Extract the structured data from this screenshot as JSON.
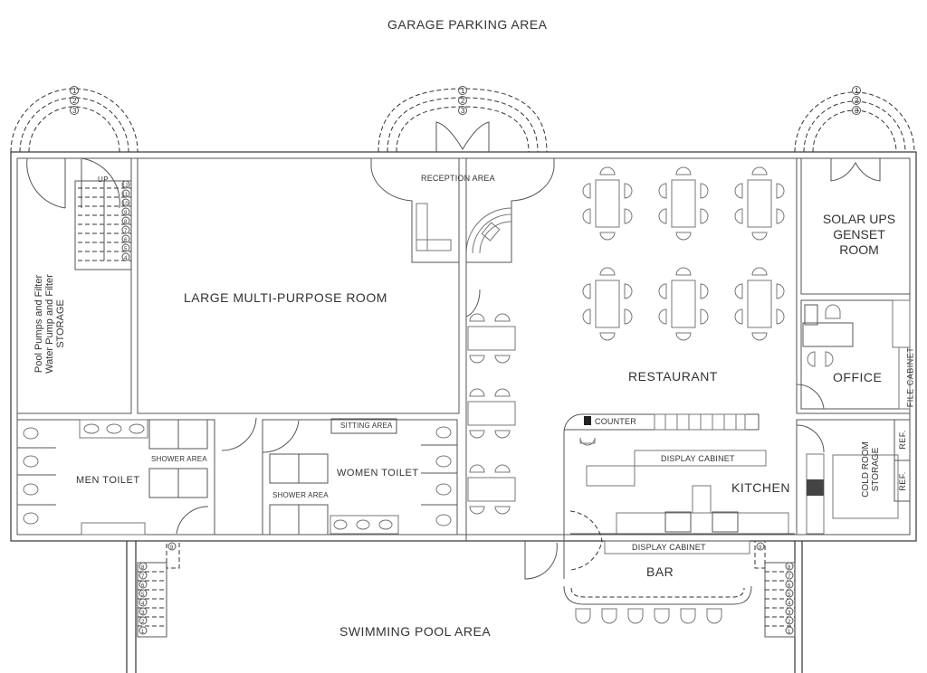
{
  "site": {
    "top_label": "GARAGE PARKING AREA",
    "bottom_label": "SWIMMING POOL AREA"
  },
  "rooms": {
    "storage": [
      "Pool Pumps and Filter",
      "Water Pump and Filter",
      "STORAGE"
    ],
    "stair_up": "UP",
    "multi_purpose": "LARGE MULTI-PURPOSE ROOM",
    "reception": "RECEPTION AREA",
    "restaurant": "RESTAURANT",
    "solar": [
      "SOLAR UPS",
      "GENSET",
      "ROOM"
    ],
    "office": "OFFICE",
    "file_cabinet": "FILE CABINET",
    "men_toilet": "MEN TOILET",
    "men_shower": "SHOWER AREA",
    "women_toilet": "WOMEN TOILET",
    "women_shower": "SHOWER AREA",
    "sitting_area": "SITTING AREA",
    "counter": "COUNTER",
    "display_cabinet_kitchen": "DISPLAY CABINET",
    "kitchen": "KITCHEN",
    "display_cabinet_bar": "DISPLAY CABINET",
    "bar": "BAR",
    "cold_room": [
      "COLD ROOM",
      "STORAGE"
    ],
    "ref_1": "REF.",
    "ref_2": "REF."
  },
  "steps": {
    "entry_steps": [
      "1",
      "2",
      "3"
    ],
    "interior_stair": [
      "4",
      "5",
      "6",
      "7",
      "8",
      "9",
      "10",
      "11",
      "12"
    ],
    "pool_stair": [
      "1",
      "2",
      "3",
      "4",
      "5",
      "6",
      "7",
      "8",
      "9"
    ]
  },
  "furniture": {
    "restaurant_tables": 6,
    "chairs_per_table": 6,
    "booth_tables": 3,
    "bar_stools": 6
  }
}
